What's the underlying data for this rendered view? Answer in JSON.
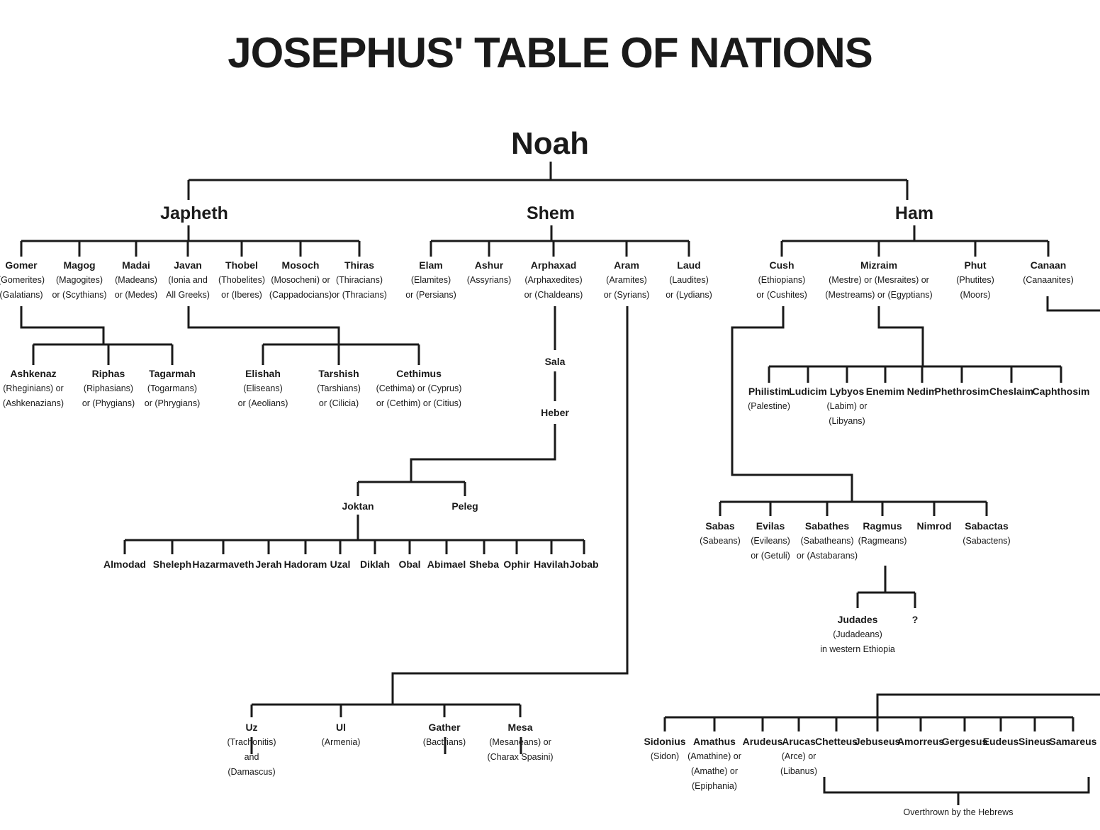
{
  "title": "JOSEPHUS' TABLE OF NATIONS",
  "noah": {
    "name": "Noah"
  },
  "sons": [
    {
      "name": "Japheth"
    },
    {
      "name": "Shem"
    },
    {
      "name": "Ham"
    }
  ],
  "japheth_sons": [
    {
      "name": "Gomer",
      "desc": [
        "(Gomerites)",
        "(Galatians)"
      ]
    },
    {
      "name": "Magog",
      "desc": [
        "(Magogites)",
        "or (Scythians)"
      ]
    },
    {
      "name": "Madai",
      "desc": [
        "(Madeans)",
        "or (Medes)"
      ]
    },
    {
      "name": "Javan",
      "desc": [
        "(Ionia and",
        "All Greeks)"
      ]
    },
    {
      "name": "Thobel",
      "desc": [
        "(Thobelites)",
        "or (Iberes)"
      ]
    },
    {
      "name": "Mosoch",
      "desc": [
        "(Mosocheni) or",
        "(Cappadocians)"
      ]
    },
    {
      "name": "Thiras",
      "desc": [
        "(Thiracians)",
        "or (Thracians)"
      ]
    }
  ],
  "gomer_sons": [
    {
      "name": "Ashkenaz",
      "desc": [
        "(Rheginians) or",
        "(Ashkenazians)"
      ]
    },
    {
      "name": "Riphas",
      "desc": [
        "(Riphasians)",
        "or (Phygians)"
      ]
    },
    {
      "name": "Tagarmah",
      "desc": [
        "(Togarmans)",
        "or (Phrygians)"
      ]
    }
  ],
  "javan_sons": [
    {
      "name": "Elishah",
      "desc": [
        "(Eliseans)",
        "or (Aeolians)"
      ]
    },
    {
      "name": "Tarshish",
      "desc": [
        "(Tarshians)",
        "or (Cilicia)"
      ]
    },
    {
      "name": "Cethimus",
      "desc": [
        "(Cethima) or (Cyprus)",
        "or (Cethim) or (Citius)"
      ]
    }
  ],
  "shem_sons": [
    {
      "name": "Elam",
      "desc": [
        "(Elamites)",
        "or (Persians)"
      ]
    },
    {
      "name": "Ashur",
      "desc": [
        "(Assyrians)"
      ]
    },
    {
      "name": "Arphaxad",
      "desc": [
        "(Arphaxedites)",
        "or (Chaldeans)"
      ]
    },
    {
      "name": "Aram",
      "desc": [
        "(Aramites)",
        "or (Syrians)"
      ]
    },
    {
      "name": "Laud",
      "desc": [
        "(Laudites)",
        "or (Lydians)"
      ]
    }
  ],
  "sala": {
    "name": "Sala"
  },
  "heber": {
    "name": "Heber"
  },
  "heber_sons": [
    {
      "name": "Joktan"
    },
    {
      "name": "Peleg"
    }
  ],
  "joktan_sons": [
    {
      "name": "Almodad"
    },
    {
      "name": "Sheleph"
    },
    {
      "name": "Hazarmaveth"
    },
    {
      "name": "Jerah"
    },
    {
      "name": "Hadoram"
    },
    {
      "name": "Uzal"
    },
    {
      "name": "Diklah"
    },
    {
      "name": "Obal"
    },
    {
      "name": "Abimael"
    },
    {
      "name": "Sheba"
    },
    {
      "name": "Ophir"
    },
    {
      "name": "Havilah"
    },
    {
      "name": "Jobab"
    }
  ],
  "aram_sons": [
    {
      "name": "Uz",
      "desc": [
        "(Trachonitis)",
        "and",
        "(Damascus)"
      ]
    },
    {
      "name": "Ul",
      "desc": [
        "(Armenia)"
      ]
    },
    {
      "name": "Gather",
      "desc": [
        "(Bactrians)"
      ]
    },
    {
      "name": "Mesa",
      "desc": [
        "(Mesaneans) or",
        "(Charax Spasini)"
      ]
    }
  ],
  "ham_sons": [
    {
      "name": "Cush",
      "desc": [
        "(Ethiopians)",
        "or (Cushites)"
      ]
    },
    {
      "name": "Mizraim",
      "desc": [
        "(Mestre) or (Mesraites) or",
        "(Mestreams) or (Egyptians)"
      ]
    },
    {
      "name": "Phut",
      "desc": [
        "(Phutites)",
        "(Moors)"
      ]
    },
    {
      "name": "Canaan",
      "desc": [
        "(Canaanites)"
      ]
    }
  ],
  "mizraim_sons": [
    {
      "name": "Philistim",
      "desc": [
        "(Palestine)"
      ]
    },
    {
      "name": "Ludicim"
    },
    {
      "name": "Lybyos",
      "desc": [
        "(Labim) or",
        "(Libyans)"
      ]
    },
    {
      "name": "Enemim"
    },
    {
      "name": "Nedim"
    },
    {
      "name": "Phethrosim"
    },
    {
      "name": "Cheslaim"
    },
    {
      "name": "Caphthosim"
    }
  ],
  "cush_sons": [
    {
      "name": "Sabas",
      "desc": [
        "(Sabeans)"
      ]
    },
    {
      "name": "Evilas",
      "desc": [
        "(Evileans)",
        "or (Getuli)"
      ]
    },
    {
      "name": "Sabathes",
      "desc": [
        "(Sabatheans)",
        "or (Astabarans)"
      ]
    },
    {
      "name": "Ragmus",
      "desc": [
        "(Ragmeans)"
      ]
    },
    {
      "name": "Nimrod"
    },
    {
      "name": "Sabactas",
      "desc": [
        "(Sabactens)"
      ]
    }
  ],
  "ragmus_sons": [
    {
      "name": "Judades",
      "desc": [
        "(Judadeans)",
        "in western Ethiopia"
      ]
    },
    {
      "name": "?"
    }
  ],
  "canaan_sons": [
    {
      "name": "Sidonius",
      "desc": [
        "(Sidon)"
      ]
    },
    {
      "name": "Amathus",
      "desc": [
        "(Amathine) or",
        "(Amathe) or",
        "(Epiphania)"
      ]
    },
    {
      "name": "Arudeus"
    },
    {
      "name": "Arucas",
      "desc": [
        "(Arce) or",
        "(Libanus)"
      ]
    },
    {
      "name": "Chetteus"
    },
    {
      "name": "Jebuseus"
    },
    {
      "name": "Amorreus"
    },
    {
      "name": "Gergesus"
    },
    {
      "name": "Eudeus"
    },
    {
      "name": "Sineus"
    },
    {
      "name": "Samareus"
    }
  ],
  "overthrown_note": "Overthrown by the Hebrews"
}
